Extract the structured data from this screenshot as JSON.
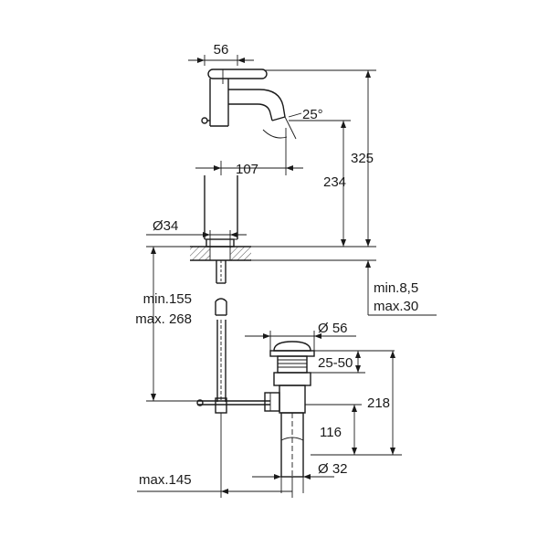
{
  "dimensions": {
    "base_width": "56",
    "spout_reach": "107",
    "spout_angle": "25°",
    "total_height": "325",
    "spout_height": "234",
    "hole_diameter": "Ø34",
    "deck_thickness_min": "min.8,5",
    "deck_thickness_max": "max.30",
    "connection_length_min": "min.155",
    "connection_length_max": "max. 268",
    "waste_diameter": "Ø 56",
    "waste_flange_range": "25-50",
    "waste_total_length": "218",
    "waste_tail_length": "116",
    "waste_outlet_diameter": "Ø 32",
    "rod_max_distance": "max.145"
  }
}
